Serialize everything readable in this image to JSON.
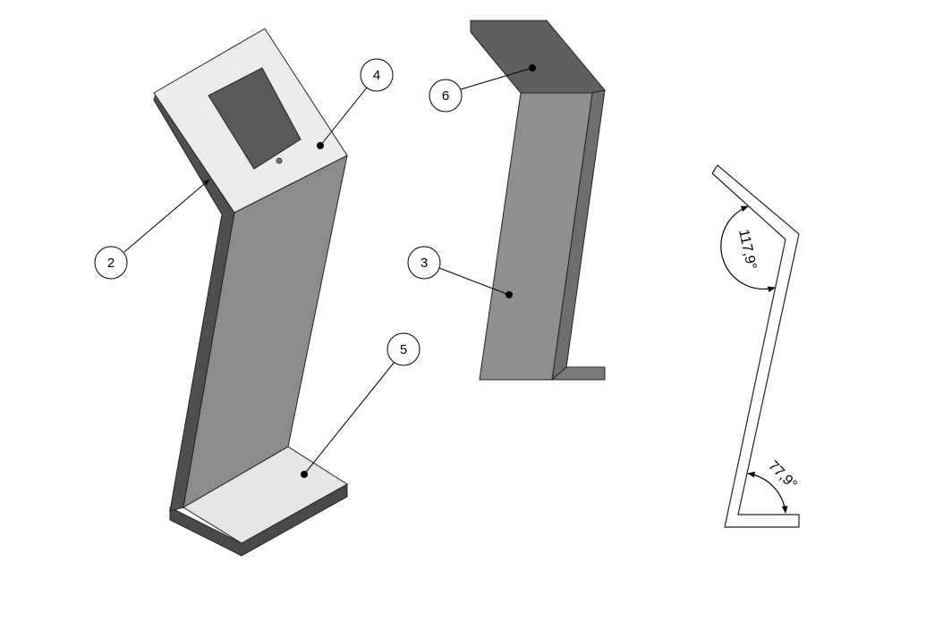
{
  "callouts": {
    "c2": "2",
    "c3": "3",
    "c4": "4",
    "c5": "5",
    "c6": "6"
  },
  "angles": {
    "top": "117,9°",
    "bottom": "77,9°"
  },
  "colors": {
    "front_face": "#8c8c8c",
    "side_face": "#4f4f4f",
    "dark_face": "#5f5f5f",
    "light_face": "#e6e6e6",
    "screen": "#595959"
  }
}
